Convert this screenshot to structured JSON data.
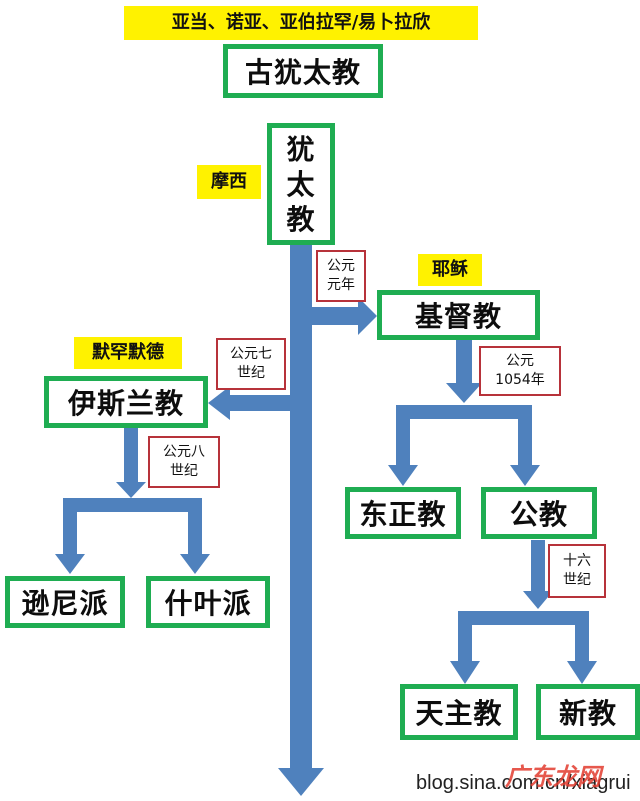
{
  "header_label": "亚当、诺亚、亚伯拉罕/易卜拉欣",
  "root": "古犹太教",
  "judaism": {
    "founder": "摩西",
    "chars": [
      "犹",
      "太",
      "教"
    ]
  },
  "christianity": {
    "founder": "耶稣",
    "date": [
      "公元",
      "元年"
    ],
    "name": "基督教",
    "split_date": [
      "公元",
      "1054年"
    ],
    "orthodox": "东正教",
    "catholic_branch": "公教",
    "reform_date": [
      "十六",
      "世纪"
    ],
    "catholic": "天主教",
    "protestant": "新教"
  },
  "islam": {
    "founder": "默罕默德",
    "date": [
      "公元七",
      "世纪"
    ],
    "name": "伊斯兰教",
    "split_date": [
      "公元八",
      "世纪"
    ],
    "sunni": "逊尼派",
    "shia": "什叶派"
  },
  "watermark": {
    "url": "blog.sina.com.cn/xiagrui",
    "logo": "广东龙网"
  },
  "colors": {
    "arrow": "#4f81bd",
    "box_border": "#1fad52",
    "label_bg": "#fff200",
    "date_border": "#b7323a"
  }
}
